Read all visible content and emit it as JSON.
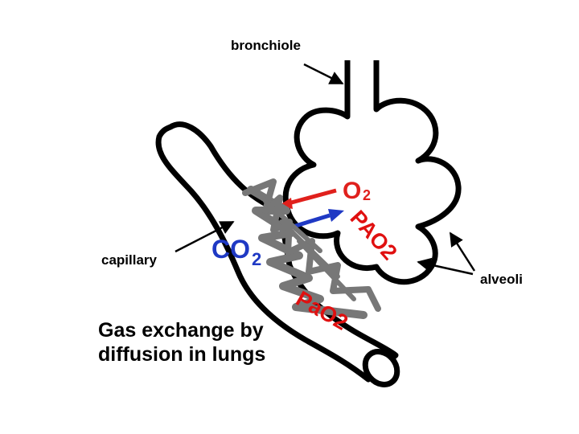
{
  "labels": {
    "bronchiole": "bronchiole",
    "capillary": "capillary",
    "alveoli": "alveoli",
    "title_line1": "Gas exchange by",
    "title_line2": "diffusion in lungs"
  },
  "gases": {
    "o2": "O",
    "o2_sub": "2",
    "co2": "CO",
    "co2_sub": "2"
  },
  "pressures": {
    "alveolar": "PAO2",
    "arterial": "PaO2"
  },
  "colors": {
    "outline": "#000000",
    "o2_color": "#e0201c",
    "co2_color": "#1f39c4",
    "pressure_color": "#e01010",
    "scribble": "#777777"
  }
}
